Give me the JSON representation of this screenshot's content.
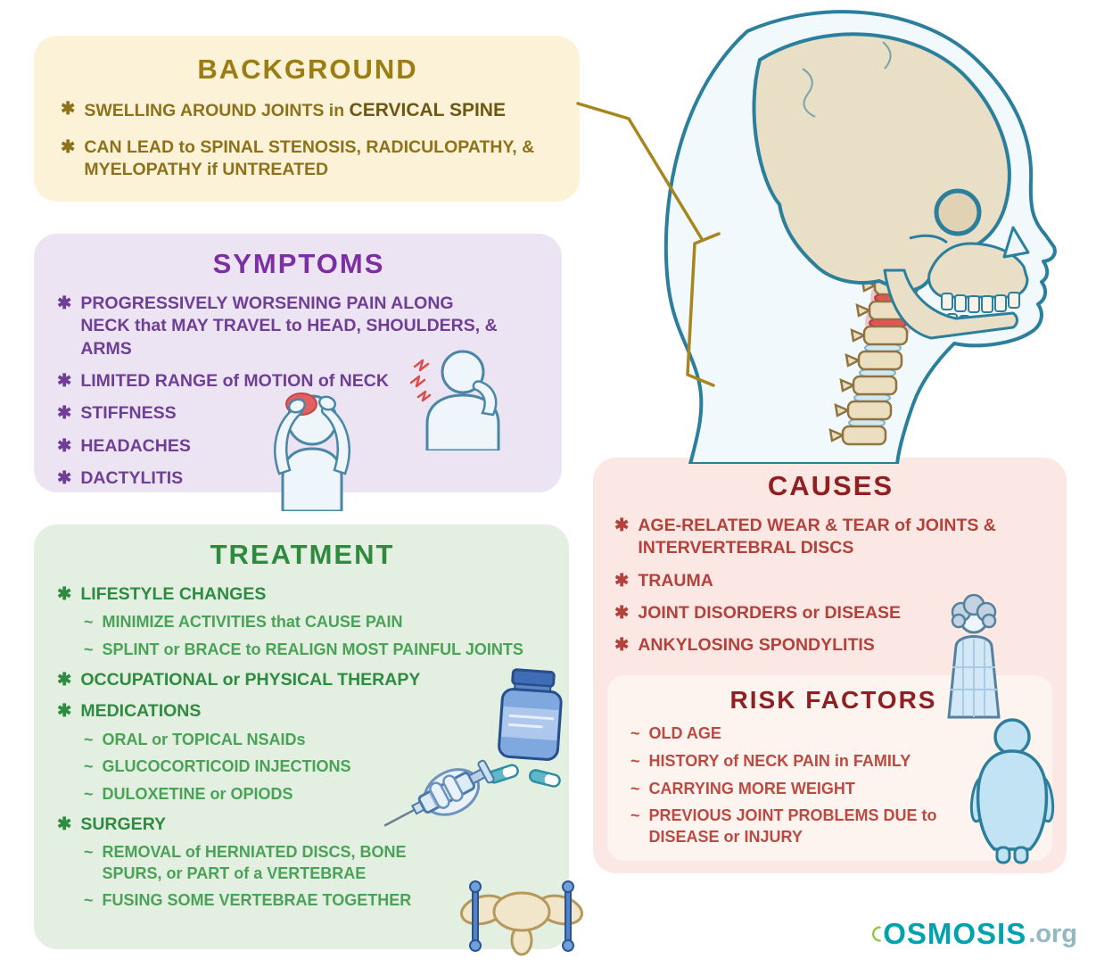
{
  "markers": {
    "star": "✱",
    "tilde": "~"
  },
  "background": {
    "title": "BACKGROUND",
    "bullet1_pre": "SWELLING AROUND JOINTS in ",
    "bullet1_strong": "CERVICAL SPINE",
    "bullet2": "CAN LEAD to SPINAL STENOSIS, RADICULOPATHY, & MYELOPATHY if UNTREATED"
  },
  "symptoms": {
    "title": "SYMPTOMS",
    "items": [
      "PROGRESSIVELY WORSENING PAIN ALONG NECK that MAY TRAVEL to HEAD, SHOULDERS, & ARMS",
      "LIMITED RANGE of MOTION of NECK",
      "STIFFNESS",
      "HEADACHES",
      "DACTYLITIS"
    ]
  },
  "treatment": {
    "title": "TREATMENT",
    "items": [
      {
        "level": 1,
        "text": "LIFESTYLE CHANGES"
      },
      {
        "level": 2,
        "text": "MINIMIZE ACTIVITIES that CAUSE PAIN"
      },
      {
        "level": 2,
        "text": "SPLINT or BRACE to REALIGN MOST PAINFUL JOINTS"
      },
      {
        "level": 1,
        "text": "OCCUPATIONAL or PHYSICAL THERAPY"
      },
      {
        "level": 1,
        "text": "MEDICATIONS"
      },
      {
        "level": 2,
        "text": "ORAL or TOPICAL NSAIDs"
      },
      {
        "level": 2,
        "text": "GLUCOCORTICOID INJECTIONS"
      },
      {
        "level": 2,
        "text": "DULOXETINE or OPIODS"
      },
      {
        "level": 1,
        "text": "SURGERY"
      },
      {
        "level": 2,
        "text": "REMOVAL of HERNIATED DISCS, BONE SPURS, or PART of a VERTEBRAE"
      },
      {
        "level": 2,
        "text": "FUSING SOME VERTEBRAE TOGETHER"
      }
    ]
  },
  "causes": {
    "title": "CAUSES",
    "items": [
      "AGE-RELATED WEAR & TEAR of JOINTS & INTERVERTEBRAL DISCS",
      "TRAUMA",
      "JOINT DISORDERS or DISEASE",
      "ANKYLOSING SPONDYLITIS"
    ]
  },
  "risk_factors": {
    "title": "RISK FACTORS",
    "items": [
      "OLD AGE",
      "HISTORY of NECK PAIN in FAMILY",
      "CARRYING MORE WEIGHT",
      "PREVIOUS JOINT PROBLEMS DUE to DISEASE or INJURY"
    ]
  },
  "logo": {
    "name": "OSMOSIS",
    "suffix": ".org"
  },
  "colors": {
    "background_panel": "#fbf2d7",
    "background_title": "#9c7d13",
    "symptoms_panel": "#ece3f3",
    "symptoms_title": "#7b2fa3",
    "treatment_panel": "#e3efe1",
    "treatment_title": "#2e8b3e",
    "causes_panel": "#fbe8e4",
    "causes_title": "#8e1f22",
    "risk_panel": "#fdf3ef",
    "text_red": "#b2423b",
    "outline_teal": "#2c7f9c",
    "bone": "#e9dec6",
    "inflammation_red": "#e25555",
    "connector_gold": "#a8861d",
    "logo_teal": "#00a3ad",
    "logo_green": "#8dc63f"
  }
}
